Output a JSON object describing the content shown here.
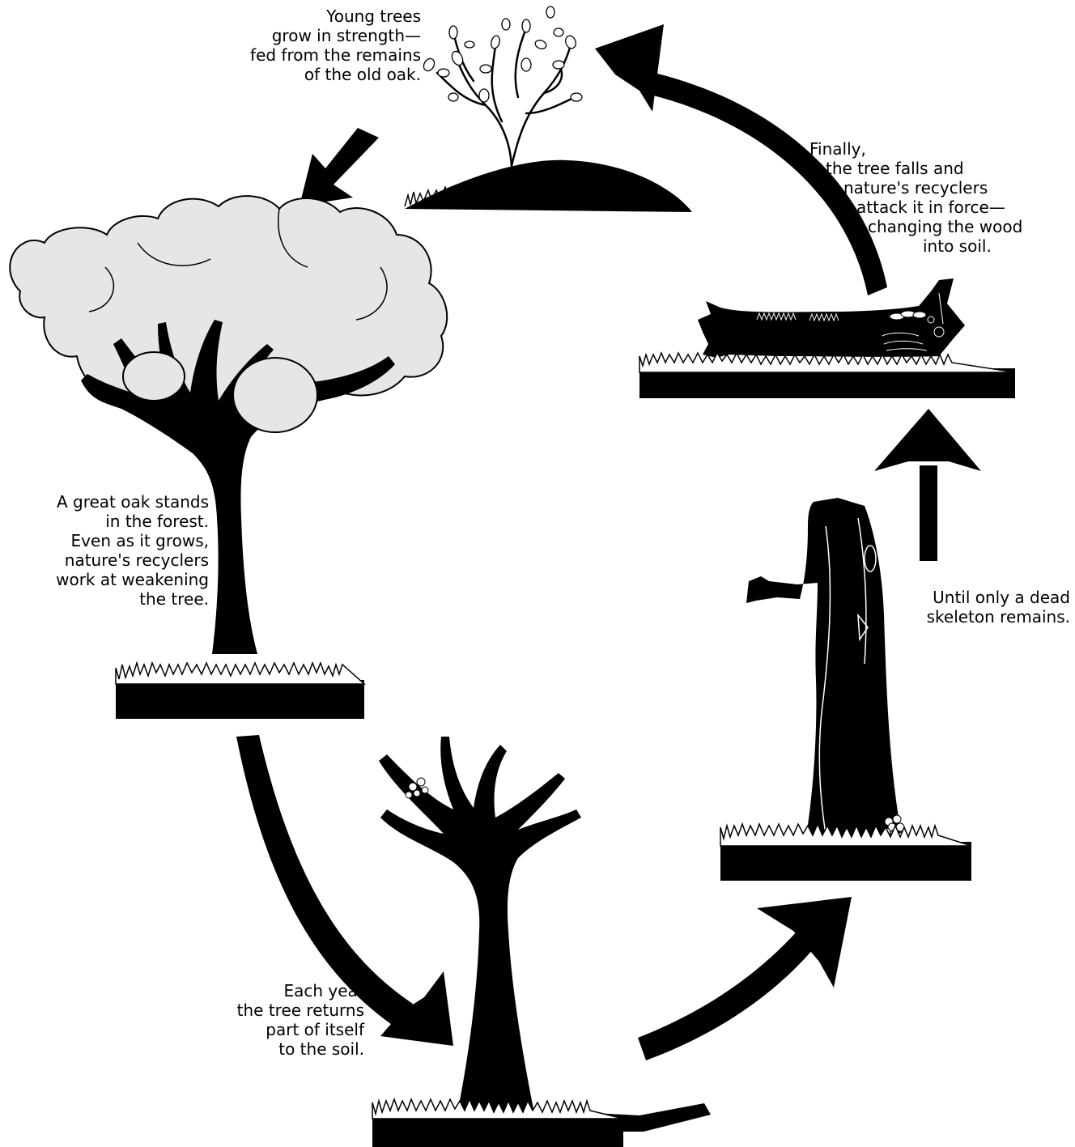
{
  "diagram": {
    "captions": {
      "young_trees": {
        "lines": [
          "Young trees",
          "grow in strength—",
          "fed from the remains",
          "of the old oak."
        ]
      },
      "finally": {
        "lines": [
          "Finally,",
          "the tree falls and",
          "nature's recyclers",
          "attack it in force—",
          "changing the wood",
          "into soil."
        ]
      },
      "great_oak": {
        "lines": [
          "A great oak stands",
          "in the forest.",
          "Even as it grows,",
          "nature's recyclers",
          "work at weakening",
          "the tree."
        ]
      },
      "skeleton": {
        "lines": [
          "Until only a dead",
          "skeleton remains."
        ]
      },
      "each_year": {
        "lines": [
          "Each year",
          "the tree returns",
          "part of itself",
          "to the soil."
        ]
      }
    },
    "colors": {
      "ink": "#000000",
      "foliage": "#e6e6e6",
      "paper": "#ffffff"
    }
  }
}
